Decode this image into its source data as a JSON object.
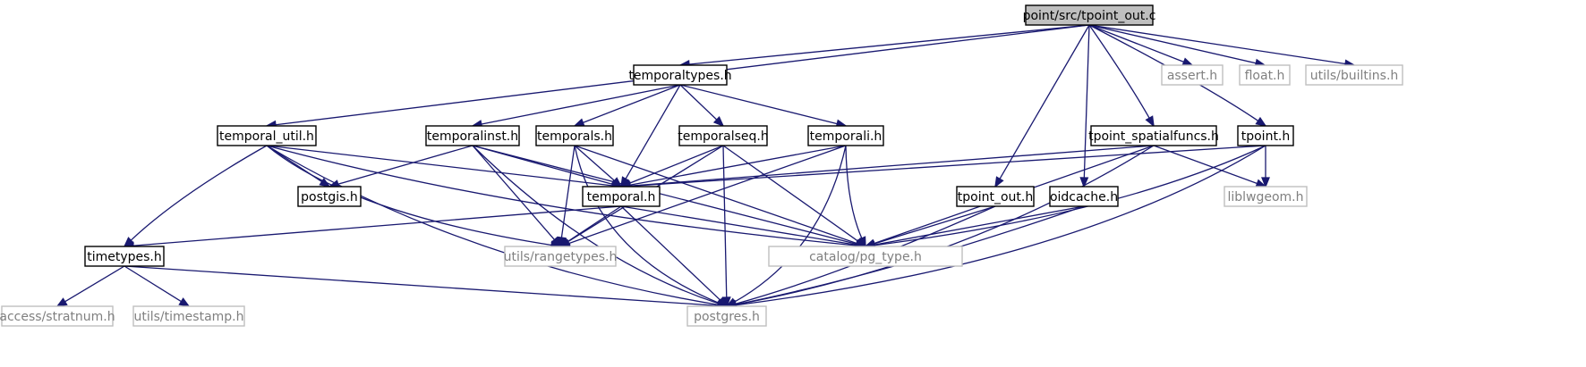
{
  "colors": {
    "edge": "#191970",
    "focus_fill": "#bfbfbf",
    "node_border": "#000000",
    "external_border": "#bfbfbf",
    "external_text": "#808080",
    "text": "#000000"
  },
  "nodes": [
    {
      "id": "tpoint_out_c",
      "label": "point/src/tpoint_out.c",
      "kind": "focus"
    },
    {
      "id": "temporaltypes",
      "label": "temporaltypes.h",
      "kind": "file"
    },
    {
      "id": "assert",
      "label": "assert.h",
      "kind": "external"
    },
    {
      "id": "float",
      "label": "float.h",
      "kind": "external"
    },
    {
      "id": "builtins",
      "label": "utils/builtins.h",
      "kind": "external"
    },
    {
      "id": "temporal_util",
      "label": "temporal_util.h",
      "kind": "file"
    },
    {
      "id": "temporalinst",
      "label": "temporalinst.h",
      "kind": "file"
    },
    {
      "id": "temporals",
      "label": "temporals.h",
      "kind": "file"
    },
    {
      "id": "temporalseq",
      "label": "temporalseq.h",
      "kind": "file"
    },
    {
      "id": "temporali",
      "label": "temporali.h",
      "kind": "file"
    },
    {
      "id": "tpoint_spatialfuncs",
      "label": "tpoint_spatialfuncs.h",
      "kind": "file"
    },
    {
      "id": "tpoint",
      "label": "tpoint.h",
      "kind": "file"
    },
    {
      "id": "postgis",
      "label": "postgis.h",
      "kind": "file"
    },
    {
      "id": "temporal",
      "label": "temporal.h",
      "kind": "file"
    },
    {
      "id": "tpoint_out",
      "label": "tpoint_out.h",
      "kind": "file"
    },
    {
      "id": "oidcache",
      "label": "oidcache.h",
      "kind": "file"
    },
    {
      "id": "liblwgeom",
      "label": "liblwgeom.h",
      "kind": "external"
    },
    {
      "id": "timetypes",
      "label": "timetypes.h",
      "kind": "file"
    },
    {
      "id": "rangetypes",
      "label": "utils/rangetypes.h",
      "kind": "external"
    },
    {
      "id": "pg_type",
      "label": "catalog/pg_type.h",
      "kind": "external"
    },
    {
      "id": "stratnum",
      "label": "access/stratnum.h",
      "kind": "external"
    },
    {
      "id": "timestamp",
      "label": "utils/timestamp.h",
      "kind": "external"
    },
    {
      "id": "postgres",
      "label": "postgres.h",
      "kind": "external"
    }
  ],
  "edges": [
    [
      "tpoint_out_c",
      "temporaltypes"
    ],
    [
      "tpoint_out_c",
      "assert"
    ],
    [
      "tpoint_out_c",
      "float"
    ],
    [
      "tpoint_out_c",
      "builtins"
    ],
    [
      "tpoint_out_c",
      "temporal_util"
    ],
    [
      "tpoint_out_c",
      "tpoint_spatialfuncs"
    ],
    [
      "tpoint_out_c",
      "tpoint"
    ],
    [
      "tpoint_out_c",
      "tpoint_out"
    ],
    [
      "tpoint_out_c",
      "oidcache"
    ],
    [
      "temporaltypes",
      "temporalinst"
    ],
    [
      "temporaltypes",
      "temporals"
    ],
    [
      "temporaltypes",
      "temporalseq"
    ],
    [
      "temporaltypes",
      "temporali"
    ],
    [
      "temporaltypes",
      "temporal"
    ],
    [
      "temporal_util",
      "postgis"
    ],
    [
      "temporal_util",
      "temporal"
    ],
    [
      "temporal_util",
      "timetypes"
    ],
    [
      "temporal_util",
      "rangetypes"
    ],
    [
      "temporal_util",
      "pg_type"
    ],
    [
      "temporal_util",
      "postgres"
    ],
    [
      "temporalinst",
      "postgis"
    ],
    [
      "temporalinst",
      "temporal"
    ],
    [
      "temporalinst",
      "rangetypes"
    ],
    [
      "temporalinst",
      "pg_type"
    ],
    [
      "temporalinst",
      "postgres"
    ],
    [
      "temporals",
      "temporal"
    ],
    [
      "temporals",
      "rangetypes"
    ],
    [
      "temporals",
      "pg_type"
    ],
    [
      "temporals",
      "postgres"
    ],
    [
      "temporalseq",
      "temporal"
    ],
    [
      "temporalseq",
      "rangetypes"
    ],
    [
      "temporalseq",
      "pg_type"
    ],
    [
      "temporalseq",
      "postgres"
    ],
    [
      "temporali",
      "temporal"
    ],
    [
      "temporali",
      "rangetypes"
    ],
    [
      "temporali",
      "pg_type"
    ],
    [
      "temporali",
      "postgres"
    ],
    [
      "tpoint_spatialfuncs",
      "temporal"
    ],
    [
      "tpoint_spatialfuncs",
      "liblwgeom"
    ],
    [
      "tpoint_spatialfuncs",
      "pg_type"
    ],
    [
      "tpoint_spatialfuncs",
      "postgres"
    ],
    [
      "tpoint",
      "temporal"
    ],
    [
      "tpoint",
      "liblwgeom"
    ],
    [
      "tpoint",
      "pg_type"
    ],
    [
      "tpoint",
      "postgres"
    ],
    [
      "temporal",
      "timetypes"
    ],
    [
      "temporal",
      "rangetypes"
    ],
    [
      "temporal",
      "pg_type"
    ],
    [
      "temporal",
      "postgres"
    ],
    [
      "tpoint_out",
      "pg_type"
    ],
    [
      "tpoint_out",
      "postgres"
    ],
    [
      "oidcache",
      "pg_type"
    ],
    [
      "oidcache",
      "postgres"
    ],
    [
      "timetypes",
      "stratnum"
    ],
    [
      "timetypes",
      "timestamp"
    ],
    [
      "timetypes",
      "postgres"
    ]
  ]
}
